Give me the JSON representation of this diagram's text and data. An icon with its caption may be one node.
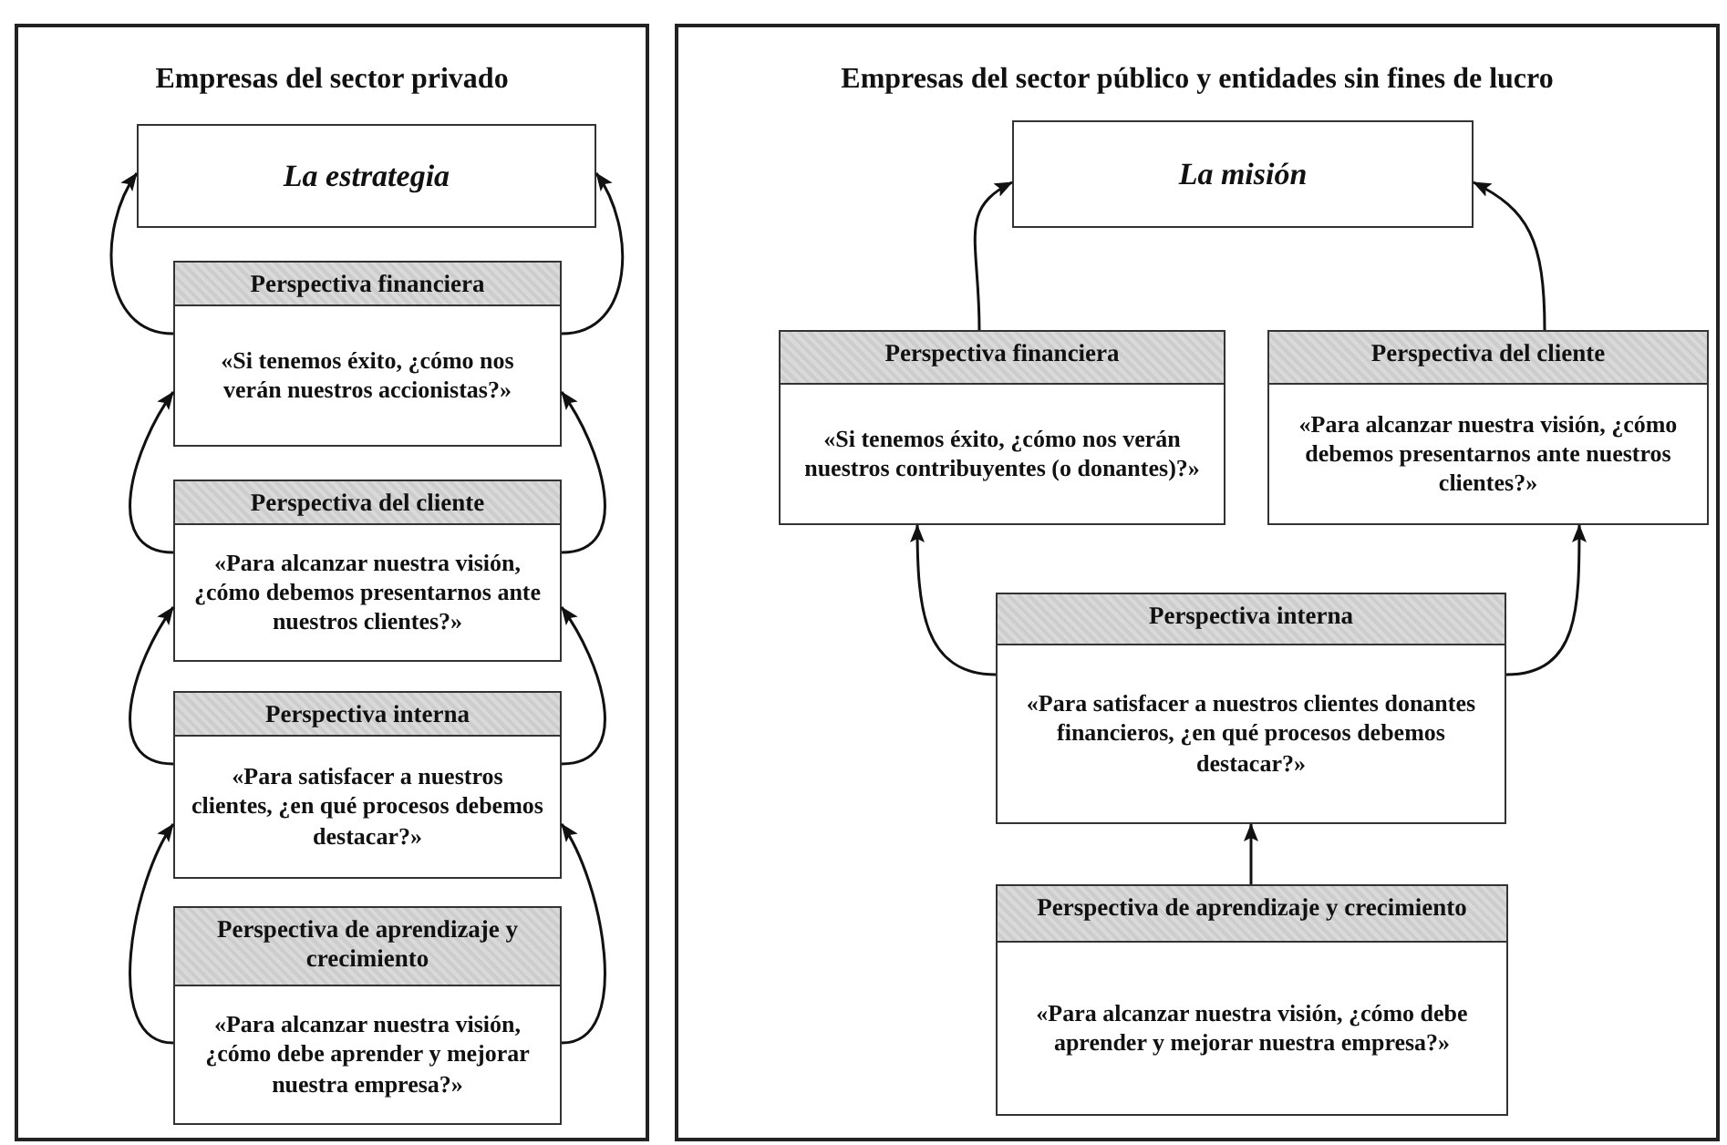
{
  "diagram": {
    "nodes": [
      {
        "text": [
          "Empresas del sector privado"
        ]
      },
      {
        "text": [
          "La estrategia"
        ],
        "in": 0
      },
      {
        "text": [
          "Perspectiva financiera",
          "«Si tenemos éxito, ¿cómo nos verán nuestros accionistas?»"
        ],
        "in": 0
      },
      {
        "text": [
          "Perspectiva del cliente",
          "«Para alcanzar nuestra visión, ¿cómo debemos presentarnos ante nuestros clientes?»"
        ],
        "in": 0
      },
      {
        "text": [
          "Perspectiva interna",
          "«Para satisfacer a nuestros clientes, ¿en qué procesos debemos destacar?»"
        ],
        "in": 0
      },
      {
        "text": [
          "Perspectiva de aprendizaje y crecimiento",
          "«Para alcanzar nuestra visión, ¿cómo debe aprender y mejorar nuestra empresa?»"
        ],
        "in": 0
      },
      {
        "text": [
          "Empresas del sector público y entidades sin fines de lucro"
        ]
      },
      {
        "text": [
          "La misión"
        ],
        "in": 6
      },
      {
        "text": [
          "Perspectiva financiera",
          "«Si tenemos éxito, ¿cómo nos verán nuestros contribuyentes (o donantes)?»"
        ],
        "in": 6
      },
      {
        "text": [
          "Perspectiva del cliente",
          "«Para alcanzar nuestra visión, ¿cómo debemos presentarnos ante nuestros clientes?»"
        ],
        "in": 6
      },
      {
        "text": [
          "Perspectiva interna",
          "«Para satisfacer a nuestros clientes donantes financieros, ¿en qué procesos debemos destacar?»"
        ],
        "in": 6
      },
      {
        "text": [
          "Perspectiva de aprendizaje y crecimiento",
          "«Para alcanzar nuestra visión, ¿cómo debe aprender y mejorar nuestra empresa?»"
        ],
        "in": 6
      }
    ],
    "edges": [
      {
        "from": 2,
        "to": 1,
        "arrow": "to"
      },
      {
        "from": 2,
        "to": 1,
        "arrow": "to"
      },
      {
        "from": 3,
        "to": 2,
        "arrow": "to"
      },
      {
        "from": 3,
        "to": 2,
        "arrow": "to"
      },
      {
        "from": 4,
        "to": 3,
        "arrow": "to"
      },
      {
        "from": 4,
        "to": 3,
        "arrow": "to"
      },
      {
        "from": 5,
        "to": 4,
        "arrow": "to"
      },
      {
        "from": 5,
        "to": 4,
        "arrow": "to"
      },
      {
        "from": 8,
        "to": 7,
        "arrow": "to"
      },
      {
        "from": 9,
        "to": 7,
        "arrow": "to"
      },
      {
        "from": 10,
        "to": 8,
        "arrow": "to"
      },
      {
        "from": 10,
        "to": 9,
        "arrow": "to"
      },
      {
        "from": 11,
        "to": 10,
        "arrow": "to"
      }
    ]
  }
}
